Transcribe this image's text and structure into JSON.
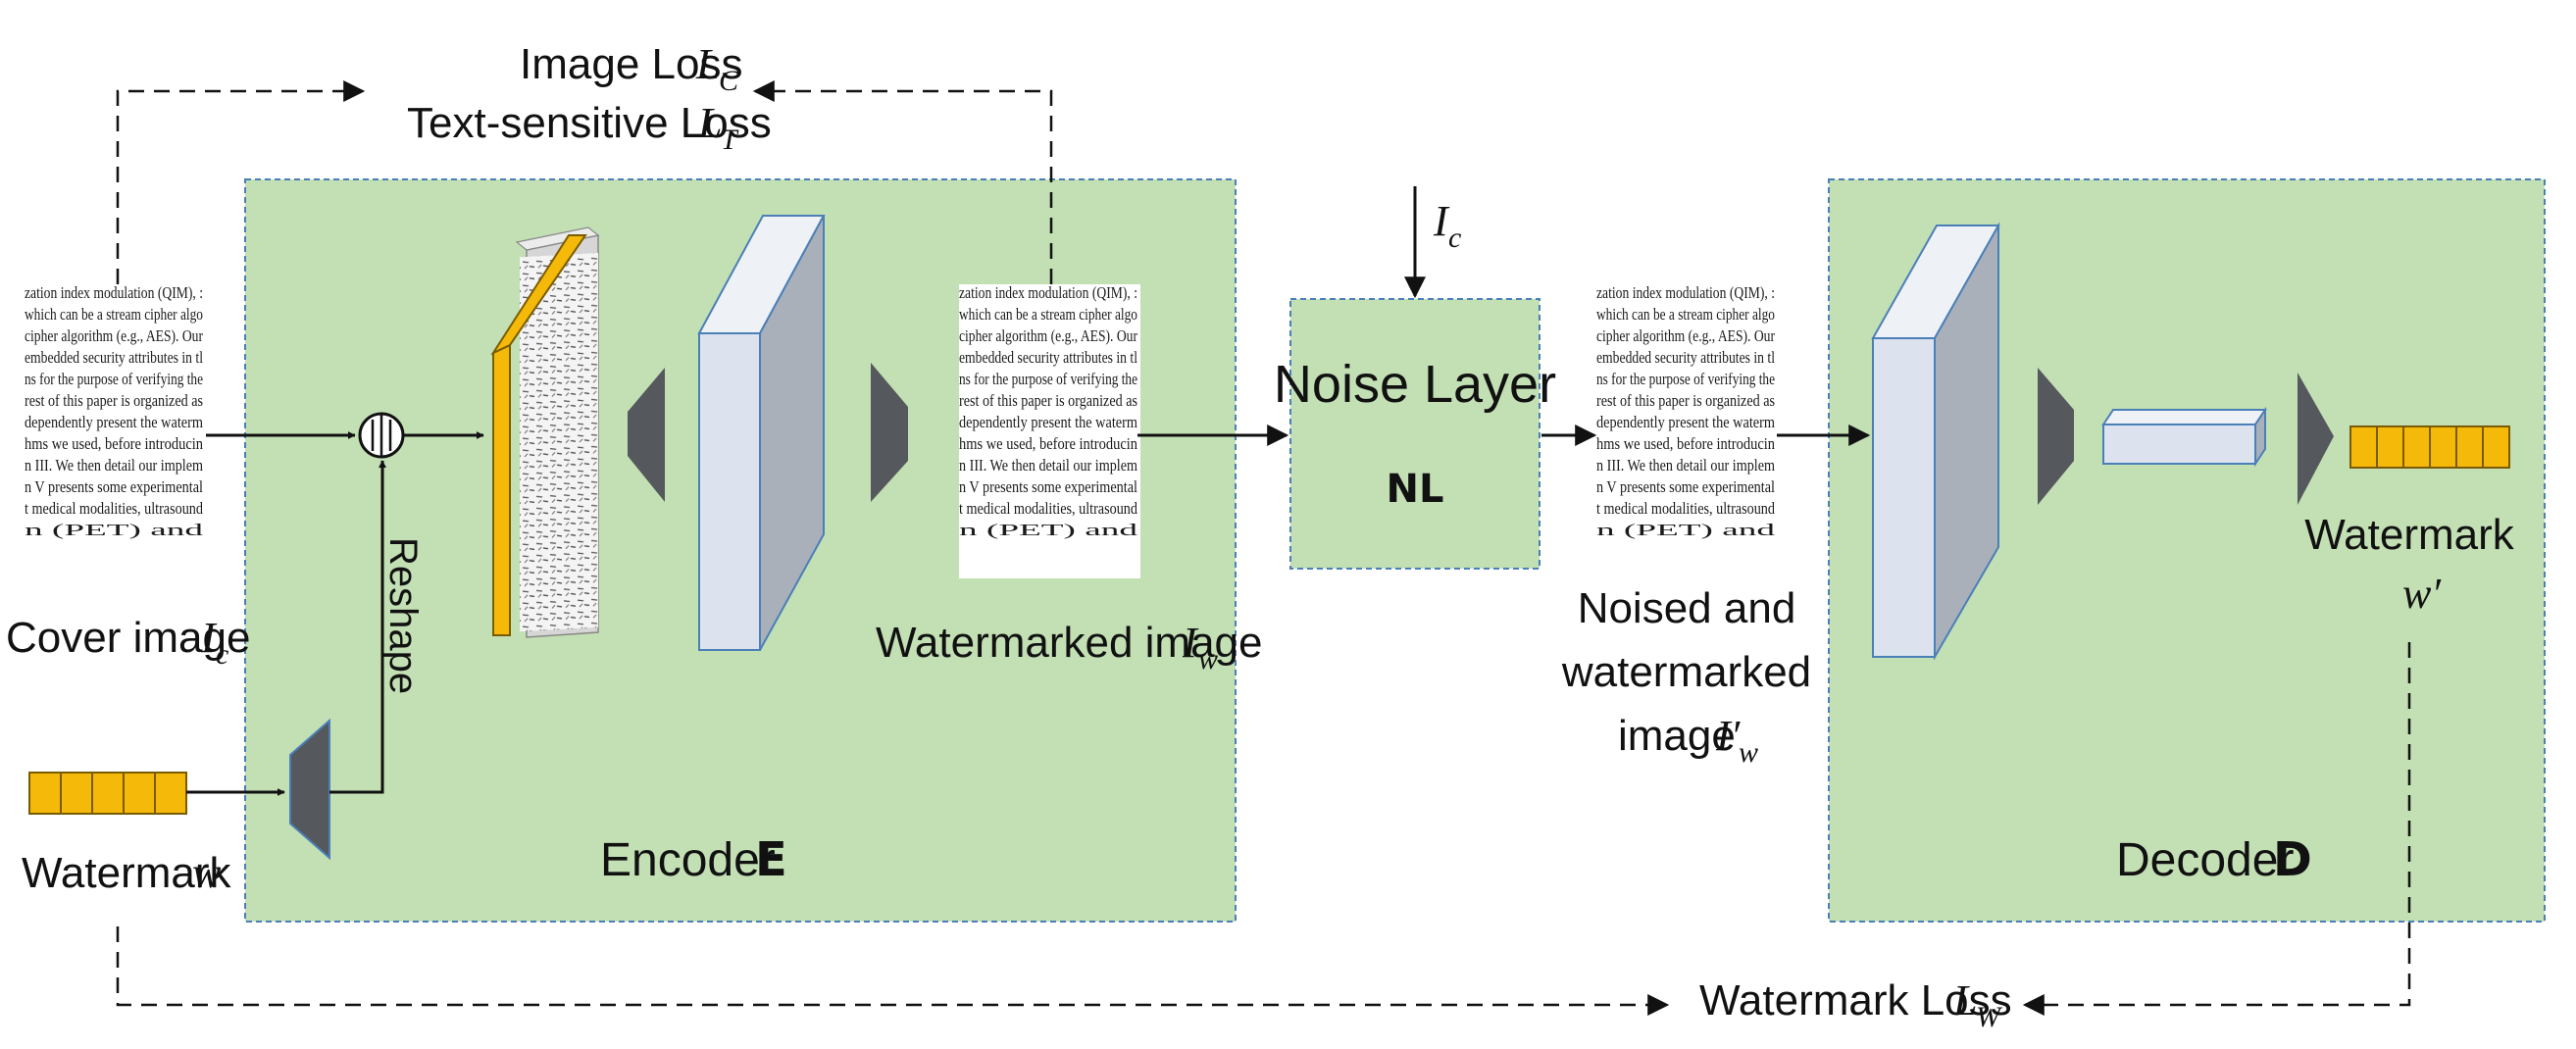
{
  "losses": {
    "image_loss": "Image Loss",
    "image_loss_sym": "L",
    "image_loss_sub": "C",
    "text_loss": "Text-sensitive Loss",
    "text_loss_sym": "L",
    "text_loss_sub": "T",
    "watermark_loss": "Watermark Loss",
    "watermark_loss_sym": "L",
    "watermark_loss_sub": "W"
  },
  "inputs": {
    "cover_label": "Cover image",
    "cover_sym": "I",
    "cover_sub": "c",
    "watermark_label": "Watermark",
    "watermark_sym": "w",
    "watermark_bits": 5,
    "reshape": "Reshape"
  },
  "encoder": {
    "name": "Encoder",
    "name_bold": "E",
    "output_label": "Watermarked image",
    "output_sym": "I",
    "output_sub": "w"
  },
  "noise": {
    "title": "Noise Layer",
    "abbr": "NL",
    "input_sym": "I",
    "input_sub": "c",
    "output_line1": "Noised and",
    "output_line2": "watermarked",
    "output_line3": "image",
    "output_sym": "I′",
    "output_sub": "w"
  },
  "decoder": {
    "name": "Decoder",
    "name_bold": "D",
    "output_label": "Watermark",
    "output_sym": "w′",
    "output_bits": 6
  },
  "doc_text": [
    "zation index modulation (QIM), :",
    "which can be a stream cipher algo",
    "cipher algorithm (e.g., AES). Our",
    "embedded security attributes in tl",
    "ns for the purpose of verifying the",
    "rest of this paper is organized as",
    "dependently present the waterm",
    "hms we used, before introducin",
    "n III. We then detail our implem",
    "n V presents some experimental",
    "t medical modalities, ultrasound",
    "n (PET) and"
  ],
  "colors": {
    "panel_fill": "#c3dfb4",
    "panel_border": "#4a7fb8",
    "bit_fill": "#f5b90a",
    "cube_front": "#dce3ee",
    "cube_side": "#a9b0ba",
    "trap_fill": "#55585c"
  }
}
